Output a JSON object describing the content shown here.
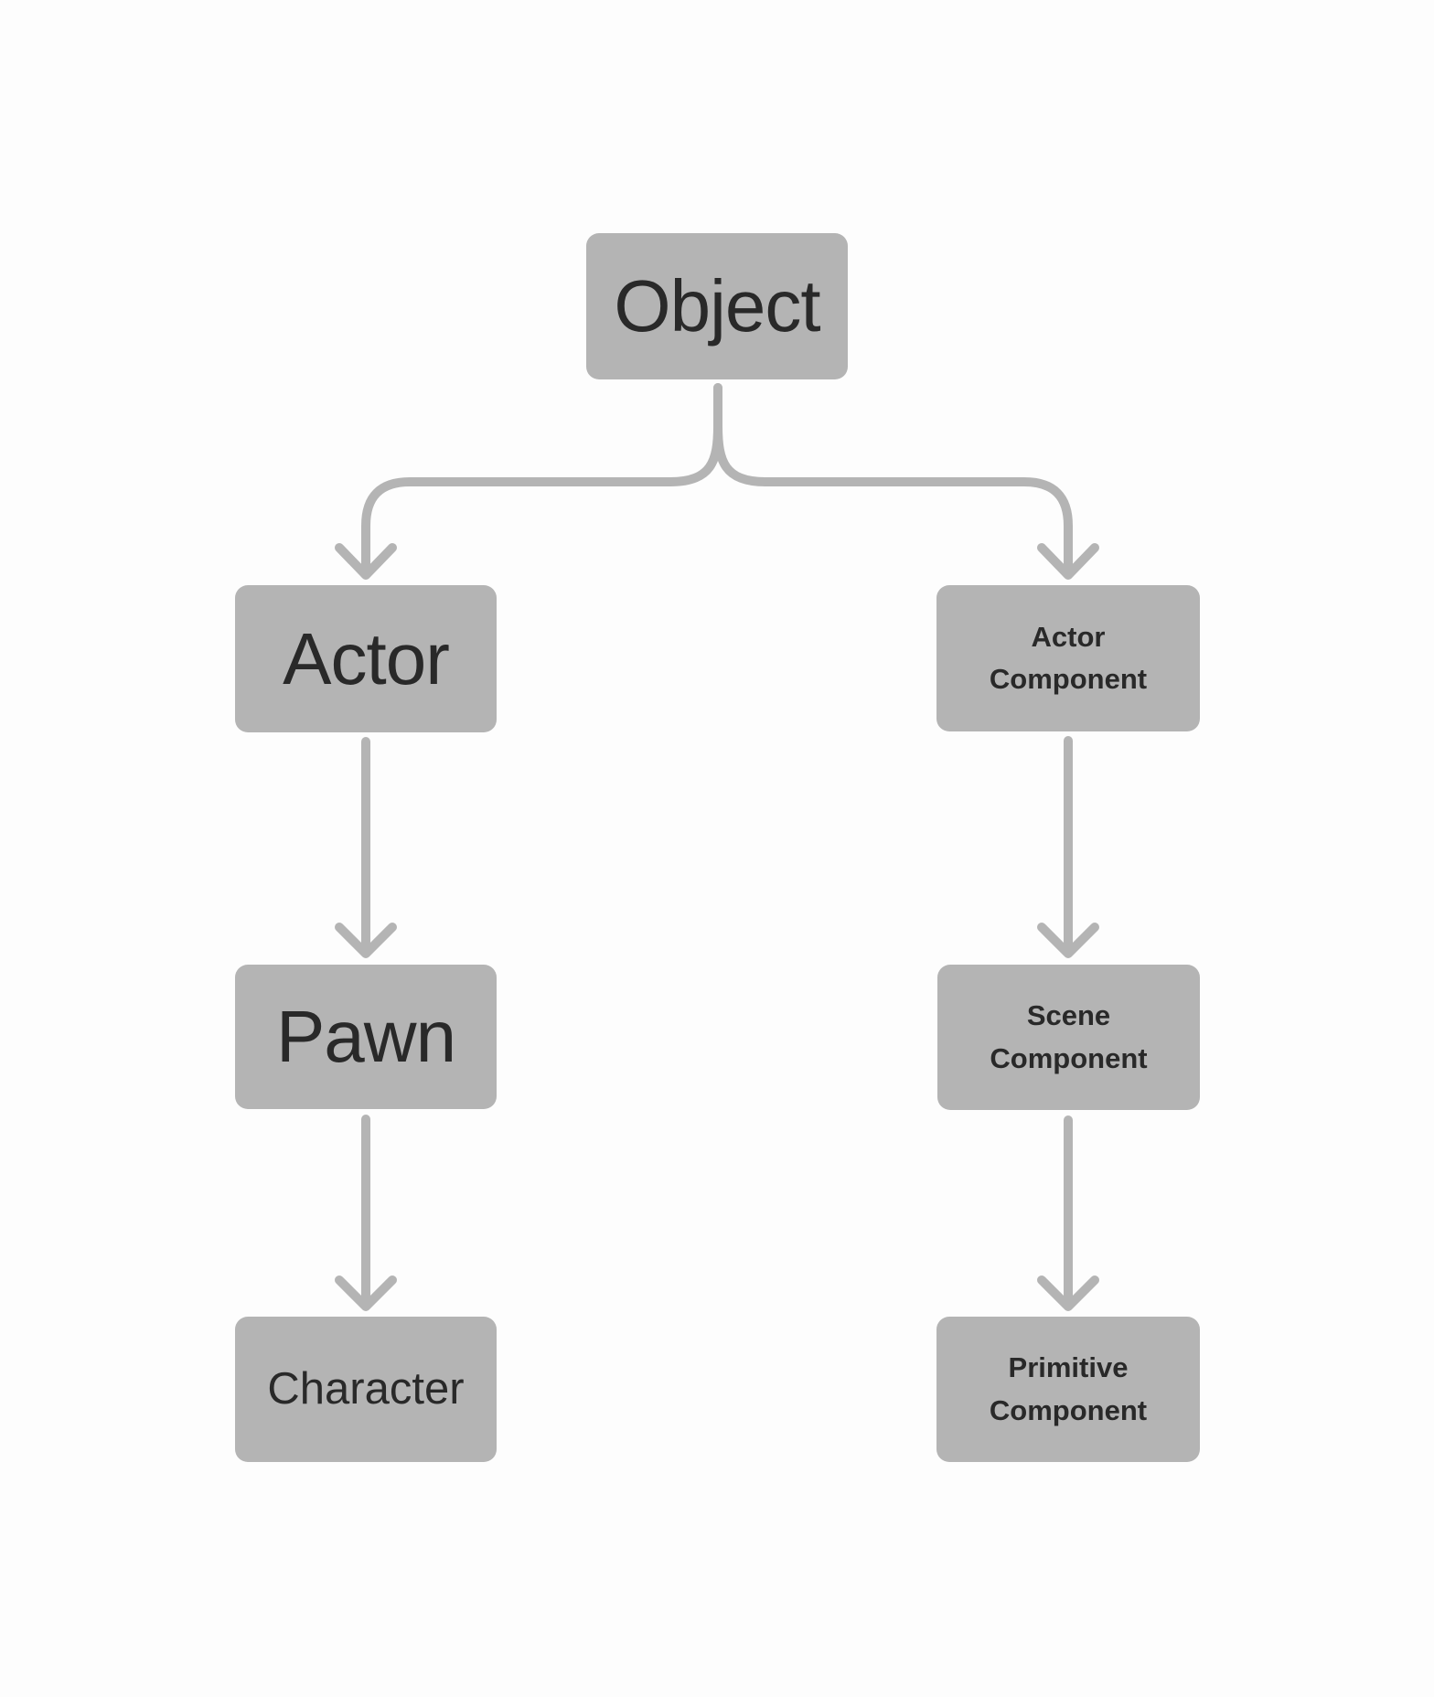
{
  "diagram": {
    "type": "class-hierarchy-flowchart",
    "colors": {
      "background": "#fdfdfd",
      "node_fill": "#b4b4b4",
      "text": "#292929",
      "connector": "#b4b4b4"
    },
    "nodes": {
      "object": {
        "label": "Object"
      },
      "actor": {
        "label": "Actor"
      },
      "actor_component": {
        "line1": "Actor",
        "line2": "Component"
      },
      "pawn": {
        "label": "Pawn"
      },
      "scene_component": {
        "line1": "Scene",
        "line2": "Component"
      },
      "character": {
        "label": "Character"
      },
      "primitive_component": {
        "line1": "Primitive",
        "line2": "Component"
      }
    },
    "edges": [
      {
        "from": "object",
        "to": "actor"
      },
      {
        "from": "object",
        "to": "actor_component"
      },
      {
        "from": "actor",
        "to": "pawn"
      },
      {
        "from": "actor_component",
        "to": "scene_component"
      },
      {
        "from": "pawn",
        "to": "character"
      },
      {
        "from": "scene_component",
        "to": "primitive_component"
      }
    ]
  }
}
